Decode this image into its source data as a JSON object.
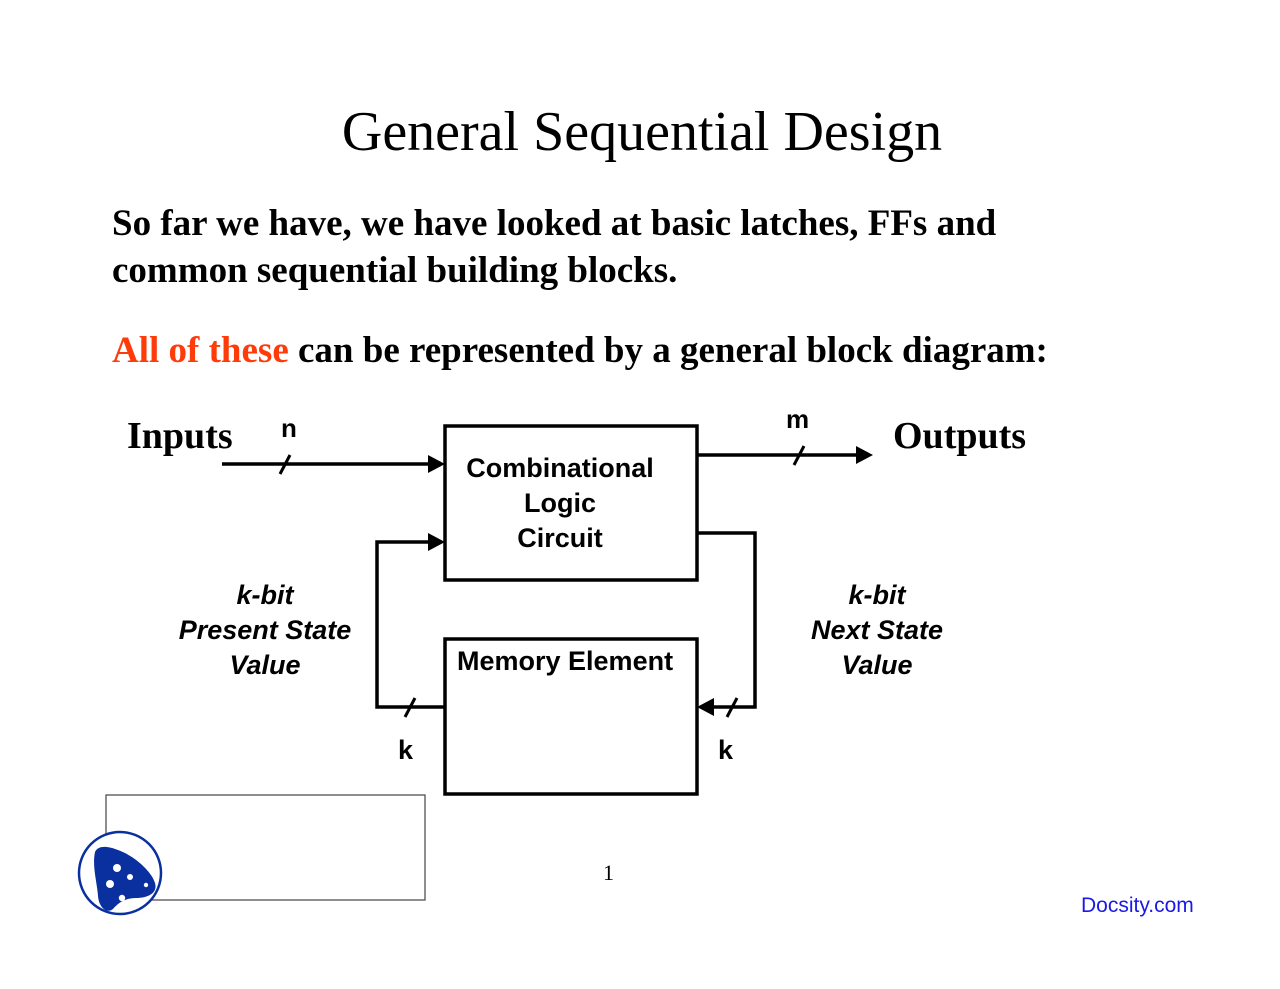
{
  "slide": {
    "title": "General Sequential Design",
    "paragraph1_line1": "So far we have, we have looked at basic latches, FFs and",
    "paragraph1_line2": "common sequential building blocks.",
    "paragraph2_highlight": "All of these",
    "paragraph2_rest": " can be represented by a general block diagram:",
    "highlight_color": "#ff3b0a",
    "page_number": "1"
  },
  "diagram": {
    "inputs_label": "Inputs",
    "outputs_label": "Outputs",
    "input_width_label": "n",
    "output_width_label": "m",
    "comb_block": {
      "line1": "Combinational",
      "line2": "Logic",
      "line3": "Circuit"
    },
    "memory_block": "Memory Element",
    "present_state": {
      "line1": "k-bit",
      "line2": "Present State",
      "line3": "Value"
    },
    "next_state": {
      "line1": "k-bit",
      "line2": "Next State",
      "line3": "Value"
    },
    "left_bus_label": "k",
    "right_bus_label": "k"
  },
  "footer": {
    "watermark": "Docsity.com",
    "logo_icon": "docsity-logo-icon",
    "logo_color": "#0a2f9e"
  }
}
